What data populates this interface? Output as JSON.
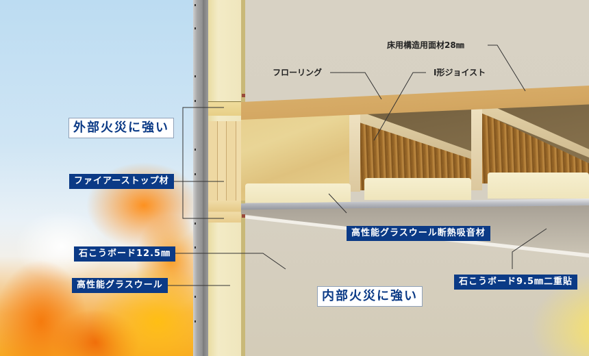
{
  "diagram": {
    "subject": "floor-wall junction fire-resistant construction cross-section",
    "callouts": {
      "exterior_fire": "外部火災に強い",
      "interior_fire": "内部火災に強い"
    },
    "labels": {
      "subfloor": "床用構造用面材28㎜",
      "flooring": "フローリング",
      "i_joist": "I形ジョイスト",
      "fire_stop": "ファイアーストップ材",
      "gypsum_wall": "石こうボード12.5㎜",
      "glass_wool": "高性能グラスウール",
      "ceiling_insulation": "高性能グラスウール断熱吸音材",
      "gypsum_ceiling": "石こうボード9.5㎜二重貼"
    },
    "colors": {
      "label_navy": "#0b3a86",
      "label_text": "#ffffff",
      "callout_text": "#0b3a86",
      "plain_text": "#222222",
      "leader_line": "#333333",
      "fire_orange": "#f7a822",
      "sky_blue": "#bcdcf2"
    }
  }
}
